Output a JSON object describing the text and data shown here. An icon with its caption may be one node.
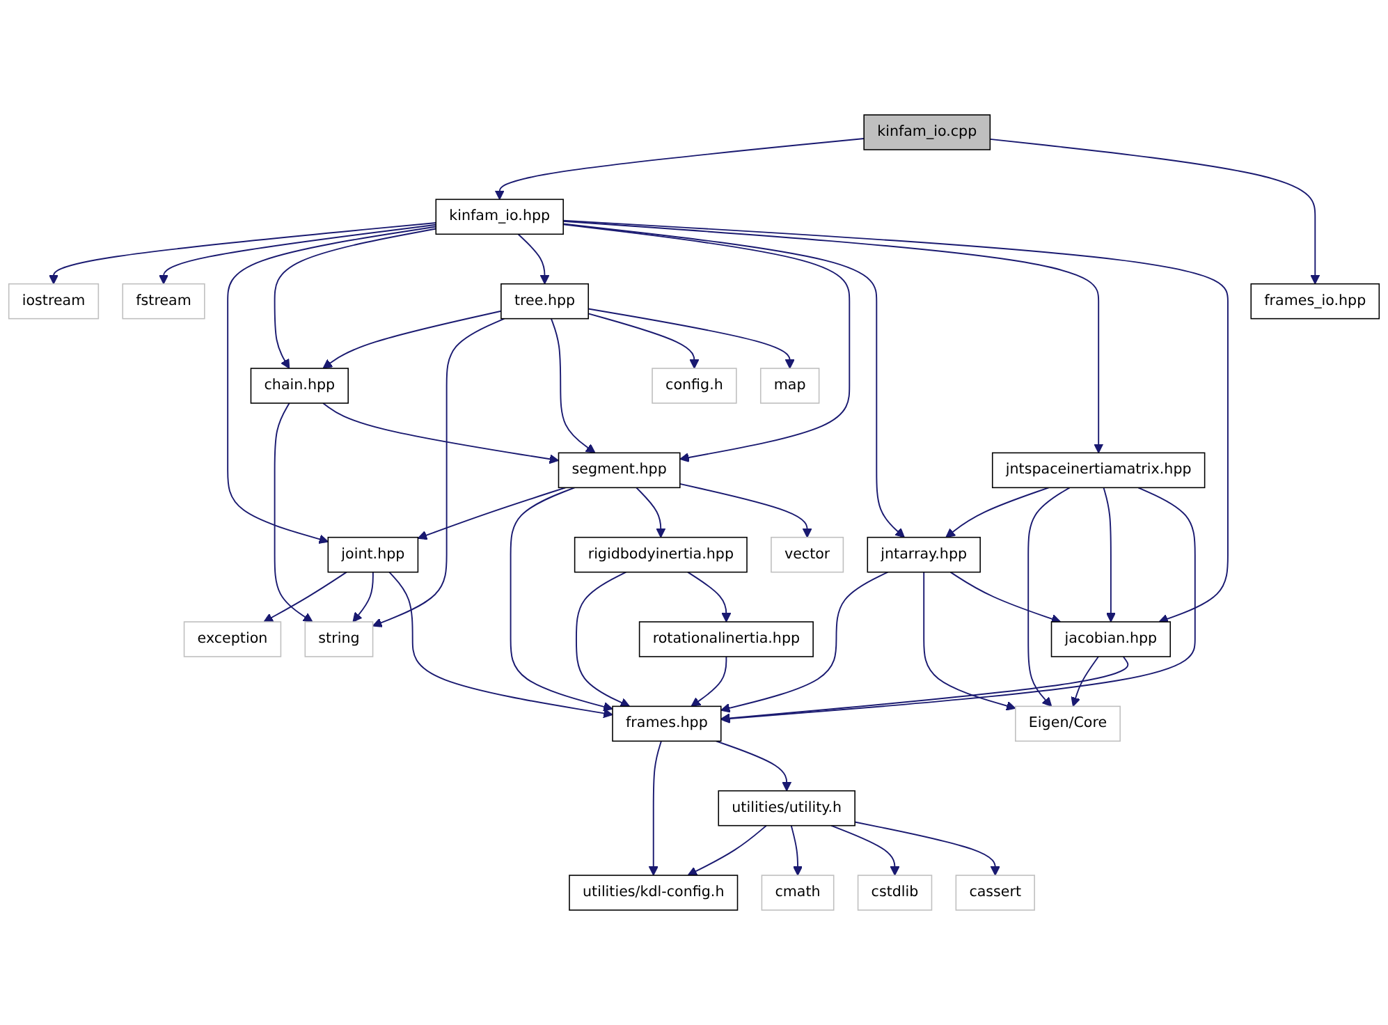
{
  "diagram": {
    "nodes": [
      {
        "text": [
          "kinfam_io.cpp"
        ]
      },
      {
        "text": [
          "kinfam_io.hpp"
        ]
      },
      {
        "text": [
          "frames_io.hpp"
        ]
      },
      {
        "text": [
          "iostream"
        ]
      },
      {
        "text": [
          "fstream"
        ]
      },
      {
        "text": [
          "tree.hpp"
        ]
      },
      {
        "text": [
          "jntspaceinertiamatrix.hpp"
        ]
      },
      {
        "text": [
          "chain.hpp"
        ]
      },
      {
        "text": [
          "config.h"
        ]
      },
      {
        "text": [
          "map"
        ]
      },
      {
        "text": [
          "jntarray.hpp"
        ]
      },
      {
        "text": [
          "segment.hpp"
        ]
      },
      {
        "text": [
          "jacobian.hpp"
        ]
      },
      {
        "text": [
          "joint.hpp"
        ]
      },
      {
        "text": [
          "rigidbodyinertia.hpp"
        ]
      },
      {
        "text": [
          "vector"
        ]
      },
      {
        "text": [
          "Eigen/Core"
        ]
      },
      {
        "text": [
          "exception"
        ]
      },
      {
        "text": [
          "string"
        ]
      },
      {
        "text": [
          "rotationalinertia.hpp"
        ]
      },
      {
        "text": [
          "frames.hpp"
        ]
      },
      {
        "text": [
          "utilities/utility.h"
        ]
      },
      {
        "text": [
          "utilities/kdl-config.h"
        ]
      },
      {
        "text": [
          "cmath"
        ]
      },
      {
        "text": [
          "cstdlib"
        ]
      },
      {
        "text": [
          "cassert"
        ]
      }
    ],
    "edges": [
      {
        "from": 0,
        "to": 1,
        "arrow": "to"
      },
      {
        "from": 0,
        "to": 2,
        "arrow": "to"
      },
      {
        "from": 1,
        "to": 3,
        "arrow": "to"
      },
      {
        "from": 1,
        "to": 4,
        "arrow": "to"
      },
      {
        "from": 1,
        "to": 13,
        "arrow": "to"
      },
      {
        "from": 1,
        "to": 7,
        "arrow": "to"
      },
      {
        "from": 1,
        "to": 5,
        "arrow": "to"
      },
      {
        "from": 1,
        "to": 11,
        "arrow": "to"
      },
      {
        "from": 1,
        "to": 10,
        "arrow": "to"
      },
      {
        "from": 1,
        "to": 6,
        "arrow": "to"
      },
      {
        "from": 1,
        "to": 12,
        "arrow": "to"
      },
      {
        "from": 5,
        "to": 7,
        "arrow": "to"
      },
      {
        "from": 5,
        "to": 18,
        "arrow": "to"
      },
      {
        "from": 5,
        "to": 11,
        "arrow": "to"
      },
      {
        "from": 5,
        "to": 8,
        "arrow": "to"
      },
      {
        "from": 5,
        "to": 9,
        "arrow": "to"
      },
      {
        "from": 6,
        "to": 10,
        "arrow": "to"
      },
      {
        "from": 6,
        "to": 16,
        "arrow": "to"
      },
      {
        "from": 6,
        "to": 12,
        "arrow": "to"
      },
      {
        "from": 6,
        "to": 20,
        "arrow": "to"
      },
      {
        "from": 7,
        "to": 18,
        "arrow": "to"
      },
      {
        "from": 7,
        "to": 11,
        "arrow": "to"
      },
      {
        "from": 10,
        "to": 20,
        "arrow": "to"
      },
      {
        "from": 10,
        "to": 16,
        "arrow": "to"
      },
      {
        "from": 10,
        "to": 12,
        "arrow": "to"
      },
      {
        "from": 11,
        "to": 13,
        "arrow": "to"
      },
      {
        "from": 11,
        "to": 20,
        "arrow": "to"
      },
      {
        "from": 11,
        "to": 14,
        "arrow": "to"
      },
      {
        "from": 11,
        "to": 15,
        "arrow": "to"
      },
      {
        "from": 12,
        "to": 16,
        "arrow": "to"
      },
      {
        "from": 12,
        "to": 20,
        "arrow": "to"
      },
      {
        "from": 13,
        "to": 17,
        "arrow": "to"
      },
      {
        "from": 13,
        "to": 18,
        "arrow": "to"
      },
      {
        "from": 13,
        "to": 20,
        "arrow": "to"
      },
      {
        "from": 14,
        "to": 20,
        "arrow": "to"
      },
      {
        "from": 14,
        "to": 19,
        "arrow": "to"
      },
      {
        "from": 19,
        "to": 20,
        "arrow": "to"
      },
      {
        "from": 20,
        "to": 22,
        "arrow": "to"
      },
      {
        "from": 20,
        "to": 21,
        "arrow": "to"
      },
      {
        "from": 21,
        "to": 22,
        "arrow": "to"
      },
      {
        "from": 21,
        "to": 23,
        "arrow": "to"
      },
      {
        "from": 21,
        "to": 24,
        "arrow": "to"
      },
      {
        "from": 21,
        "to": 25,
        "arrow": "to"
      }
    ]
  }
}
